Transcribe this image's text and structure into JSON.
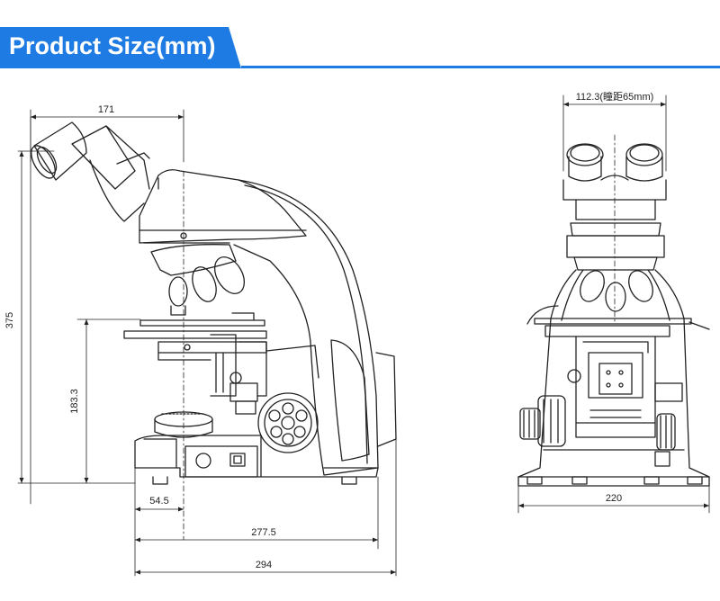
{
  "header": {
    "title": "Product Size(mm)"
  },
  "colors": {
    "accent": "#1e7be3",
    "line": "#222222"
  },
  "side_view": {
    "dimensions": {
      "top_width": "171",
      "total_height": "375",
      "stage_height": "183.3",
      "front_offset": "54.5",
      "depth_base": "277.5",
      "depth_total": "294"
    }
  },
  "front_view": {
    "dimensions": {
      "interpupillary": "112.3(瞳距65mm)",
      "width": "220"
    }
  }
}
